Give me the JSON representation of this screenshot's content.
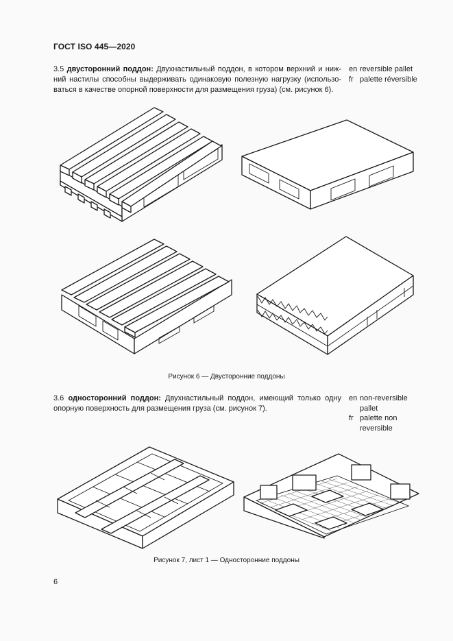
{
  "header": {
    "title": "ГОСТ ISO 445—2020"
  },
  "sections": [
    {
      "number": "3.5",
      "term": "двусторонний поддон:",
      "definition": "Двухнастильный поддон, в котором верхний и ниж-ний настилы способны выдерживать одинаковую полезную нагрузку (использо-ваться в качестве опорной поверхности для размещения груза) (см. рисунок 6).",
      "translations": [
        {
          "lang": "en",
          "text": "reversible pallet"
        },
        {
          "lang": "fr",
          "text": "palette réversible"
        }
      ]
    },
    {
      "number": "3.6",
      "term": "односторонний поддон:",
      "definition": "Двухнастильный поддон, имеющий только одну опорную поверхность для размещения груза (см. рисунок 7).",
      "translations": [
        {
          "lang": "en",
          "text": "non-reversible",
          "text2": "pallet"
        },
        {
          "lang": "fr",
          "text": "palette non",
          "text2": "reversible"
        }
      ]
    }
  ],
  "figures": [
    {
      "caption": "Рисунок 6 — Двусторонние поддоны",
      "images": [
        "wooden-reversible-pallet-1",
        "plastic-block-reversible-pallet",
        "wooden-reversible-pallet-2",
        "corrugated-reversible-pallet"
      ]
    },
    {
      "caption": "Рисунок 7, лист 1 — Односторонние поддоны",
      "images": [
        "wooden-non-reversible-pallet",
        "plastic-grid-non-reversible-pallet"
      ]
    }
  ],
  "footer": {
    "page_number": "6"
  }
}
